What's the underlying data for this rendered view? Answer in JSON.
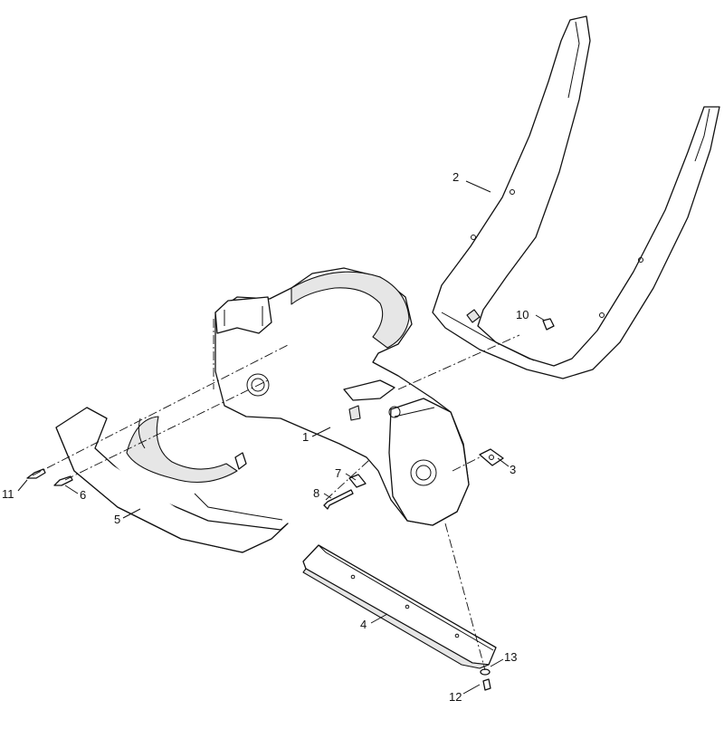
{
  "callouts": {
    "c1": "1",
    "c2": "2",
    "c3": "3",
    "c4": "4",
    "c5": "5",
    "c6": "6",
    "c7": "7",
    "c8": "8",
    "c10": "10",
    "c11": "11",
    "c12": "12",
    "c13": "13"
  },
  "colors": {
    "line": "#111111",
    "shade": "#e6e6e6",
    "background": "#ffffff"
  }
}
